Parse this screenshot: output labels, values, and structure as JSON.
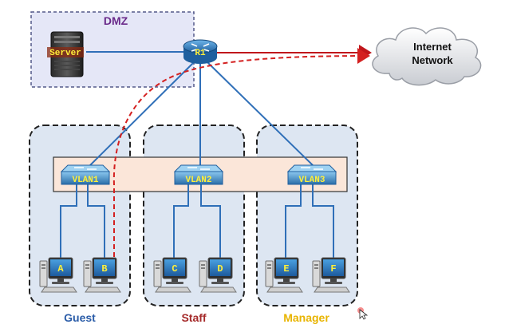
{
  "zones": {
    "dmz": {
      "label": "DMZ",
      "color": "#6a2a8a"
    },
    "guest": {
      "label": "Guest",
      "color": "#2a5ca8"
    },
    "staff": {
      "label": "Staff",
      "color": "#a52a2a"
    },
    "manager": {
      "label": "Manager",
      "color": "#e8b400"
    }
  },
  "devices": {
    "server": {
      "label": "Server",
      "icon": "server-tower-icon"
    },
    "router": {
      "label": "R1",
      "icon": "router-icon"
    },
    "cloud": {
      "line1": "Internet",
      "line2": "Network",
      "icon": "cloud-icon"
    },
    "switches": [
      {
        "id": "vlan1",
        "label": "VLAN1",
        "icon": "switch-icon"
      },
      {
        "id": "vlan2",
        "label": "VLAN2",
        "icon": "switch-icon"
      },
      {
        "id": "vlan3",
        "label": "VLAN3",
        "icon": "switch-icon"
      }
    ],
    "pcs": [
      {
        "id": "a",
        "label": "A",
        "icon": "computer-icon"
      },
      {
        "id": "b",
        "label": "B",
        "icon": "computer-icon"
      },
      {
        "id": "c",
        "label": "C",
        "icon": "computer-icon"
      },
      {
        "id": "d",
        "label": "D",
        "icon": "computer-icon"
      },
      {
        "id": "e",
        "label": "E",
        "icon": "computer-icon"
      },
      {
        "id": "f",
        "label": "F",
        "icon": "computer-icon"
      }
    ]
  },
  "colors": {
    "link": "#2f6fb8",
    "internet_link": "#c0161b",
    "traffic_path": "#d42020",
    "vlan_band": "#fbe6d9",
    "zone_fill": "#dde6f2",
    "dmz_fill": "#e5e7f7",
    "device_label": "#ffef3a"
  }
}
